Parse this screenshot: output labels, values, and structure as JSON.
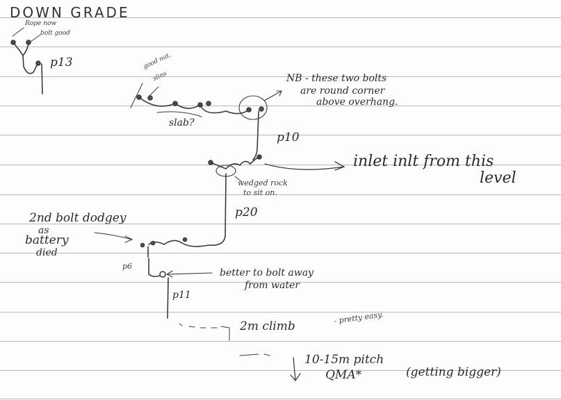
{
  "page": {
    "title": "DOWN GRADE",
    "paper_color": "#fdfdfd",
    "ink_color": "#2b2b2b",
    "rule_color": "#b9b9b9"
  },
  "annotations": {
    "top_left": {
      "label_1": "Rope now",
      "label_2": "bolt good",
      "pitch": "p13"
    },
    "upper_traverse": {
      "label_goodrat": "good nat.",
      "label_slins": "slins",
      "label_slab": "slab?",
      "note_line_1": "NB - these two bolts",
      "note_line_2": "are round corner",
      "note_line_3": "above overhang."
    },
    "middle": {
      "pitch": "p10",
      "wedged_line_1": "wedged rock",
      "wedged_line_2": "to sit on.",
      "inlet_line_1": "inlet inlt from this",
      "inlet_line_2": "level",
      "pitch_2": "p20"
    },
    "lower": {
      "bolt_note_1": "2nd bolt dodgey",
      "bolt_note_2": "as",
      "bolt_note_3": "battery",
      "bolt_note_4": "died",
      "pitch_p6": "p6",
      "better_line_1": "better to bolt away",
      "better_line_2": "from water",
      "pitch_p11": "p11",
      "climb_note": "2m climb",
      "climb_comment": "- pretty easy."
    },
    "bottom": {
      "pitch_note": "10-15m pitch",
      "qma": "QMA*",
      "getting_bigger": "(getting bigger)"
    }
  }
}
